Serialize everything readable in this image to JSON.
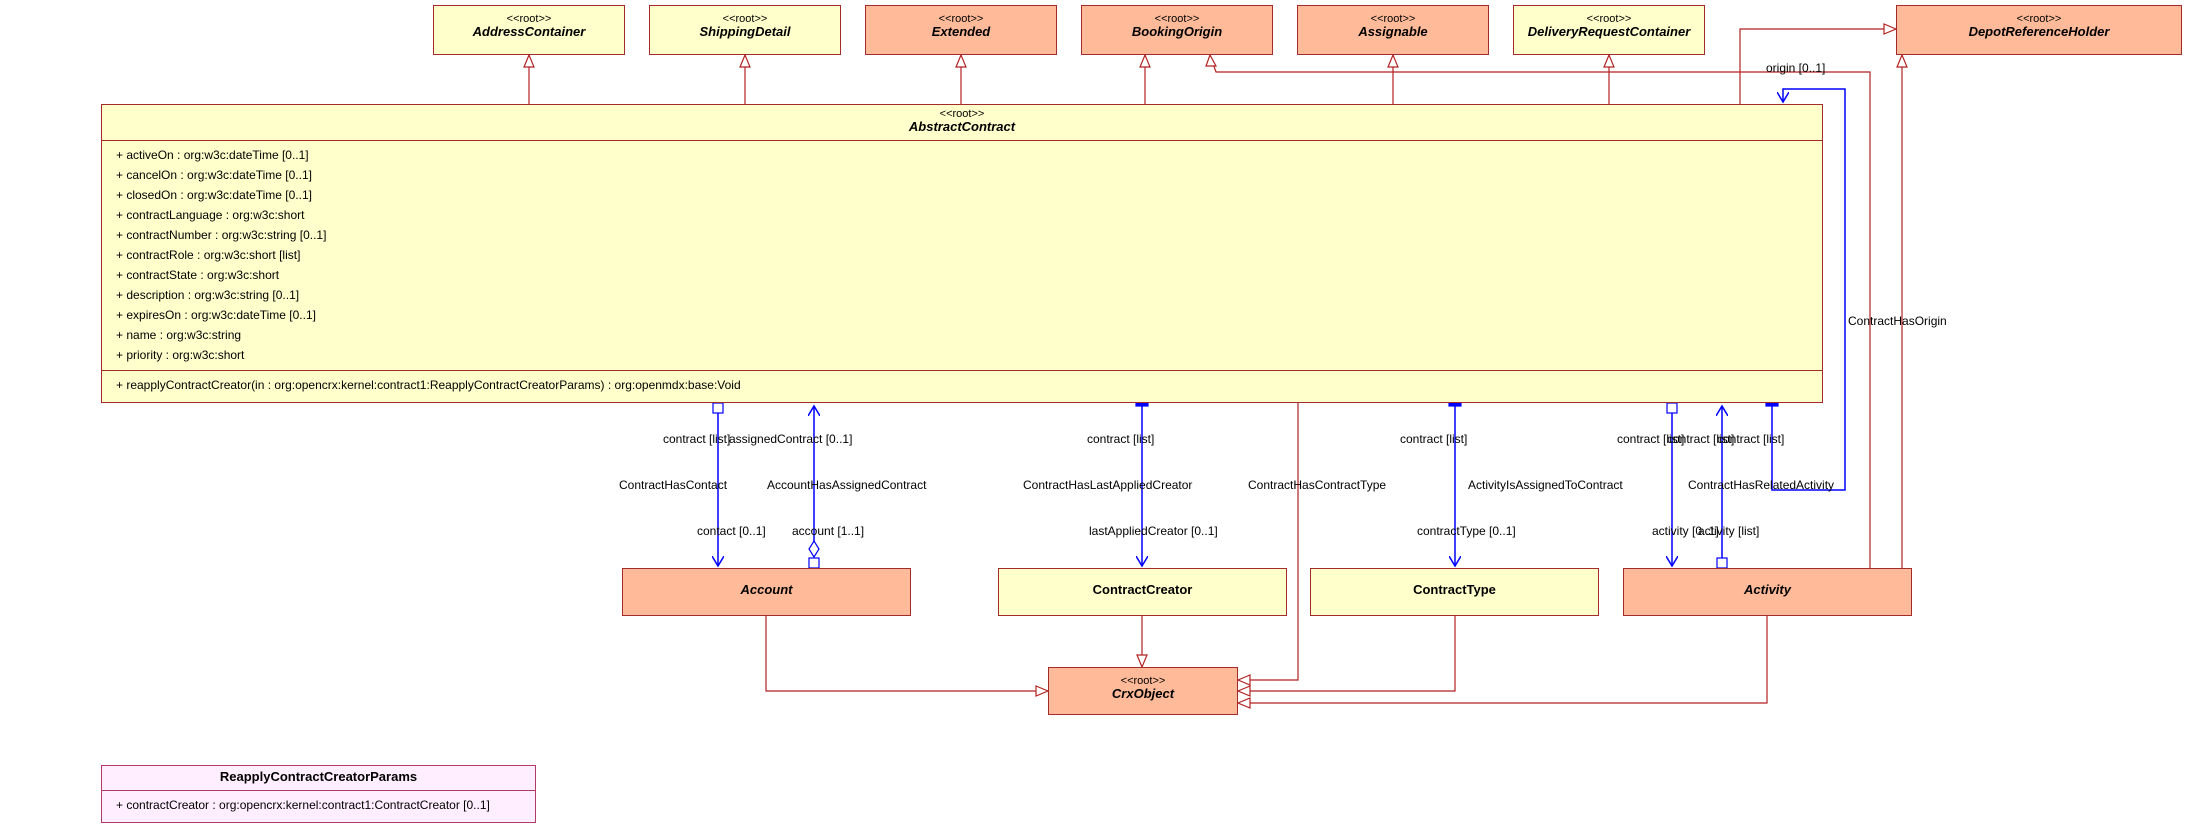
{
  "stereotype": "<<root>>",
  "classes": {
    "address_container": "AddressContainer",
    "shipping_detail": "ShippingDetail",
    "extended": "Extended",
    "booking_origin": "BookingOrigin",
    "assignable": "Assignable",
    "delivery_request_container": "DeliveryRequestContainer",
    "depot_reference_holder": "DepotReferenceHolder",
    "abstract_contract": "AbstractContract",
    "account": "Account",
    "contract_creator": "ContractCreator",
    "contract_type": "ContractType",
    "activity": "Activity",
    "crx_object": "CrxObject",
    "reapply_params": "ReapplyContractCreatorParams"
  },
  "abstract_contract": {
    "attributes": [
      "+ activeOn : org:w3c:dateTime [0..1]",
      "+ cancelOn : org:w3c:dateTime [0..1]",
      "+ closedOn : org:w3c:dateTime [0..1]",
      "+ contractLanguage : org:w3c:short",
      "+ contractNumber : org:w3c:string [0..1]",
      "+ contractRole : org:w3c:short [list]",
      "+ contractState : org:w3c:short",
      "+ description : org:w3c:string [0..1]",
      "+ expiresOn : org:w3c:dateTime [0..1]",
      "+ name : org:w3c:string",
      "+ priority : org:w3c:short"
    ],
    "operations": [
      "+ reapplyContractCreator(in : org:opencrx:kernel:contract1:ReapplyContractCreatorParams) : org:openmdx:base:Void"
    ]
  },
  "reapply_params": {
    "attributes": [
      "+ contractCreator : org:opencrx:kernel:contract1:ContractCreator [0..1]"
    ]
  },
  "associations": {
    "contract_has_contact": "ContractHasContact",
    "account_has_assigned_contract": "AccountHasAssignedContract",
    "contract_has_last_applied_creator": "ContractHasLastAppliedCreator",
    "contract_has_contract_type": "ContractHasContractType",
    "activity_is_assigned_to_contract": "ActivityIsAssignedToContract",
    "contract_has_related_activity": "ContractHasRelatedActivity",
    "contract_has_origin": "ContractHasOrigin"
  },
  "roles": {
    "contact_list_1": "contract [list]",
    "assigned_contract": "assignedContract [0..1]",
    "contact_0_1": "contact [0..1]",
    "account_1_1": "account [1..1]",
    "contract_list_creator": "contract [list]",
    "last_applied_creator": "lastAppliedCreator [0..1]",
    "contract_list_type": "contract [list]",
    "contract_type_0_1": "contractType [0..1]",
    "contract_list_activity_a": "contract [list]",
    "contract_list_activity_b": "contract [list]",
    "contract_list_activity_c": "contract [list]",
    "activity_0_1": "activity [0..1]",
    "activity_list": "activity [list]",
    "origin_0_1": "origin [0..1]"
  }
}
